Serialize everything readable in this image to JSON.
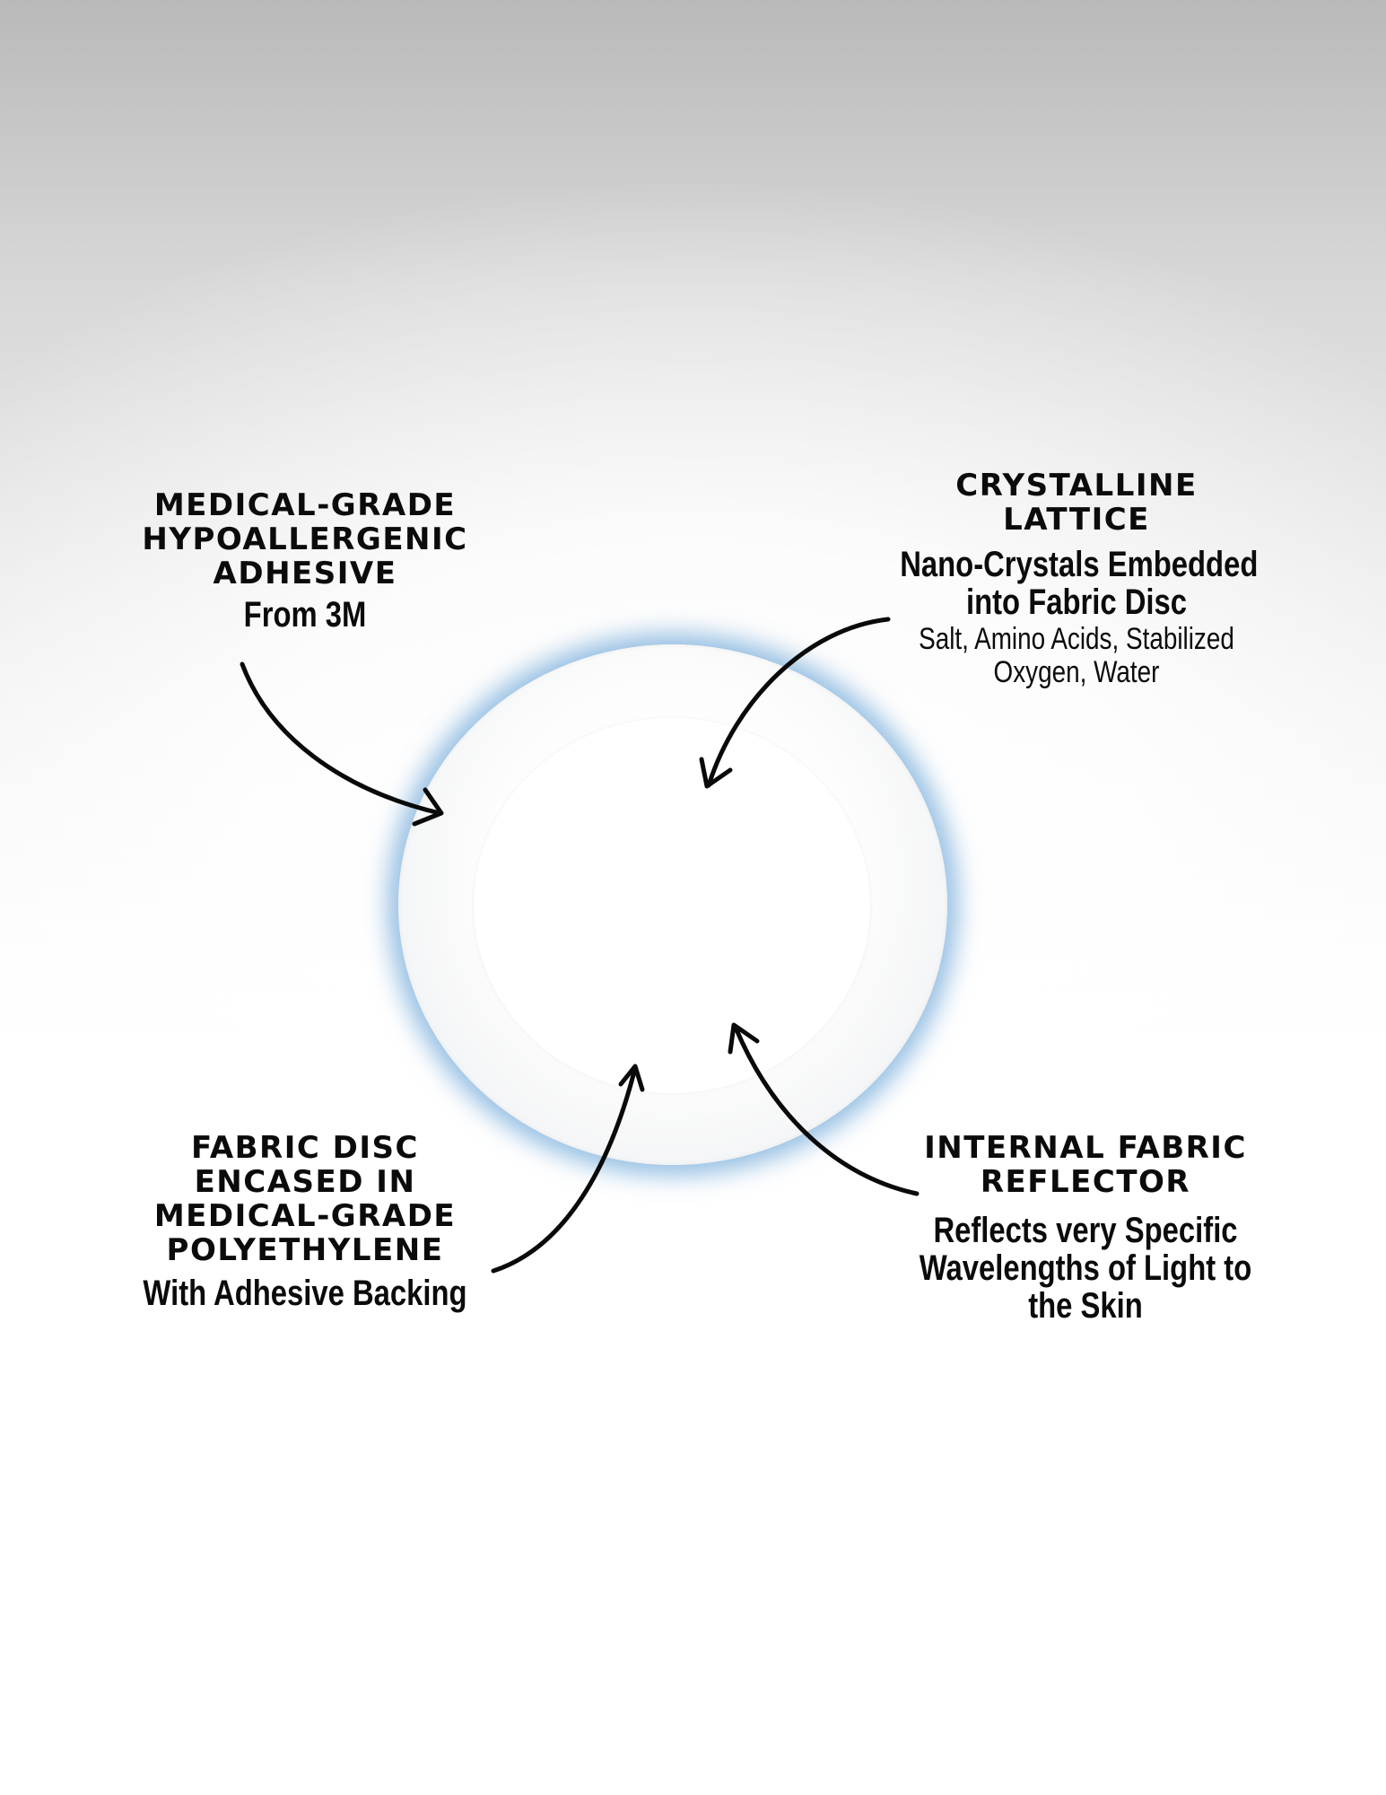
{
  "callouts": {
    "top_left": {
      "title_lines": [
        "MEDICAL-GRADE",
        "HYPOALLERGENIC",
        "ADHESIVE"
      ],
      "subtitle": "From 3M"
    },
    "top_right": {
      "title_lines": [
        "CRYSTALLINE",
        "LATTICE"
      ],
      "subtitle_lines": [
        "Nano-Crystals Embedded",
        "into Fabric Disc"
      ],
      "note_lines": [
        "Salt, Amino Acids, Stabilized",
        "Oxygen, Water"
      ]
    },
    "bottom_left": {
      "title_lines": [
        "FABRIC DISC",
        "ENCASED IN",
        "MEDICAL-GRADE",
        "POLYETHYLENE"
      ],
      "subtitle": "With Adhesive Backing"
    },
    "bottom_right": {
      "title_lines": [
        "INTERNAL FABRIC",
        "REFLECTOR"
      ],
      "subtitle_lines": [
        "Reflects very Specific",
        "Wavelengths of Light to",
        "the Skin"
      ]
    }
  },
  "colors": {
    "glow": "#71aada",
    "text": "#0b0b0b",
    "arrow": "#0a0a0a"
  }
}
